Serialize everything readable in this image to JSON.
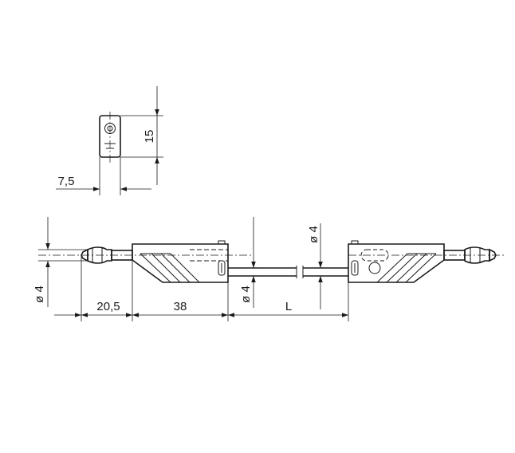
{
  "drawing": {
    "dimensions": {
      "top_width": "7,5",
      "top_height": "15",
      "plug_diameter": "ø 4",
      "plug_length": "20,5",
      "body_length": "38",
      "cable_diameter_left": "ø 4",
      "cable_diameter_right": "ø 4",
      "cable_length": "L"
    }
  }
}
